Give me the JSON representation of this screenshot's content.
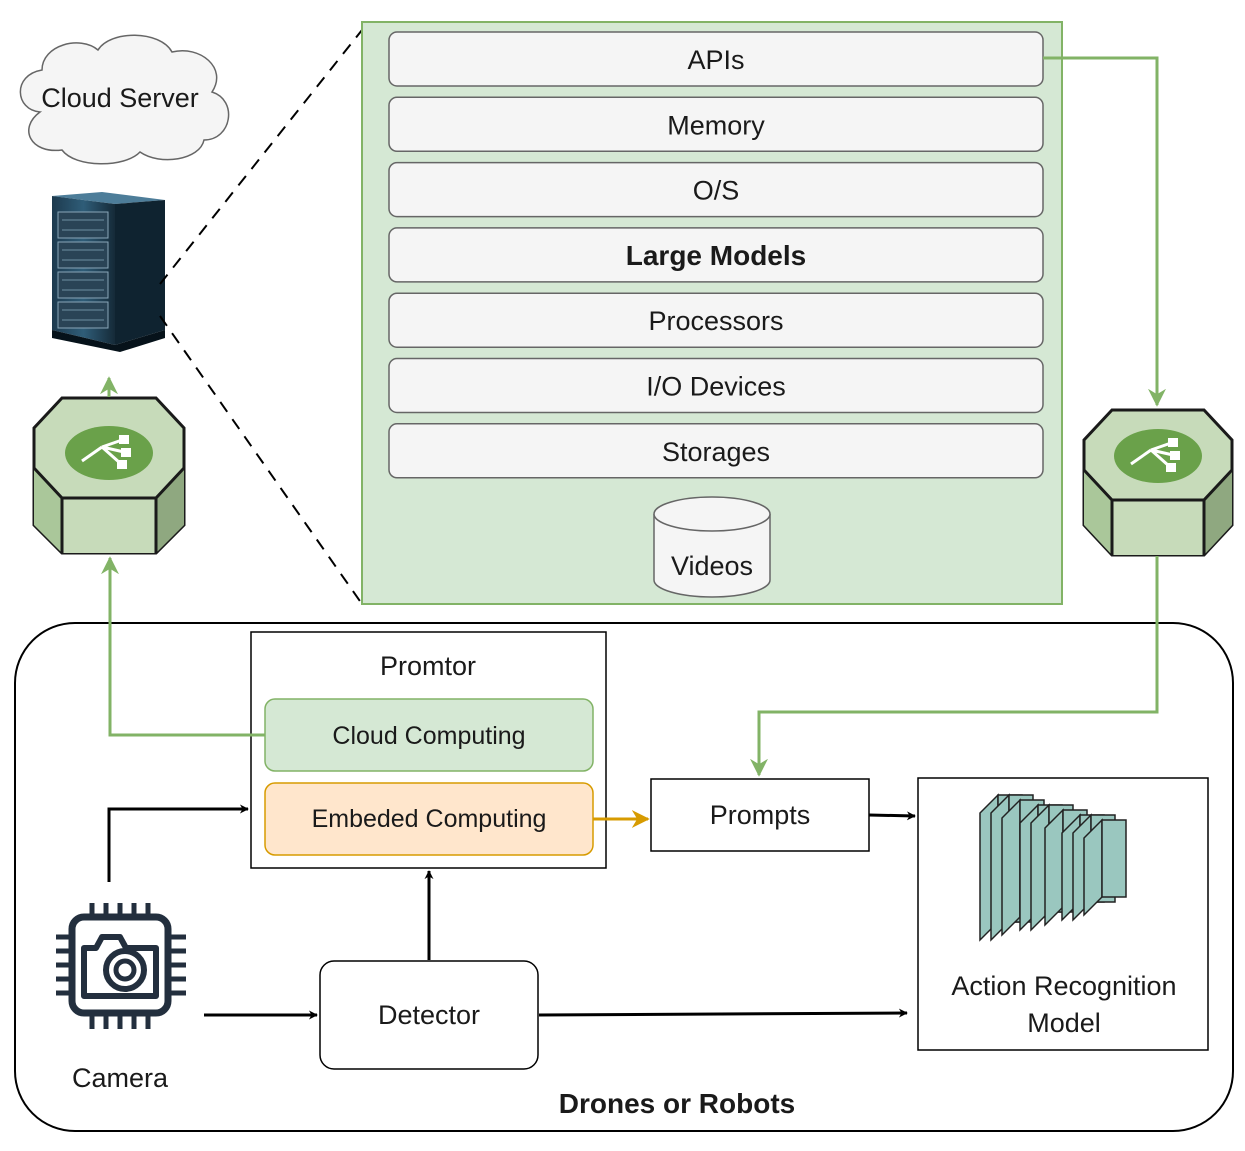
{
  "cloud": {
    "label": "Cloud Server"
  },
  "stack": {
    "layers": [
      {
        "label": "APIs",
        "bold": false
      },
      {
        "label": "Memory",
        "bold": false
      },
      {
        "label": "O/S",
        "bold": false
      },
      {
        "label": "Large Models",
        "bold": true
      },
      {
        "label": "Processors",
        "bold": false
      },
      {
        "label": "I/O Devices",
        "bold": false
      },
      {
        "label": "Storages",
        "bold": false
      }
    ],
    "database_label": "Videos"
  },
  "device": {
    "title": "Drones or Robots"
  },
  "promptor": {
    "title": "Promtor",
    "cloud_computing": "Cloud Computing",
    "embedded_computing": "Embeded Computing"
  },
  "prompts": {
    "label": "Prompts"
  },
  "action_model": {
    "line1": "Action Recognition",
    "line2": "Model"
  },
  "detector": {
    "label": "Detector"
  },
  "camera": {
    "label": "Camera"
  },
  "colors": {
    "green_fill": "#d5e8d4",
    "green_stroke": "#82b366",
    "orange_fill": "#ffe6cc",
    "orange_stroke": "#d79b00",
    "layer_fill": "#f5f5f5",
    "layer_stroke": "#666666",
    "camera_icon": "#232f3e",
    "cnn_fill": "#9ac7bf"
  },
  "icons": [
    "cloud-shape",
    "server-rack-icon",
    "network-hub-icon",
    "camera-chip-icon",
    "cnn-layers-icon",
    "database-cylinder"
  ]
}
